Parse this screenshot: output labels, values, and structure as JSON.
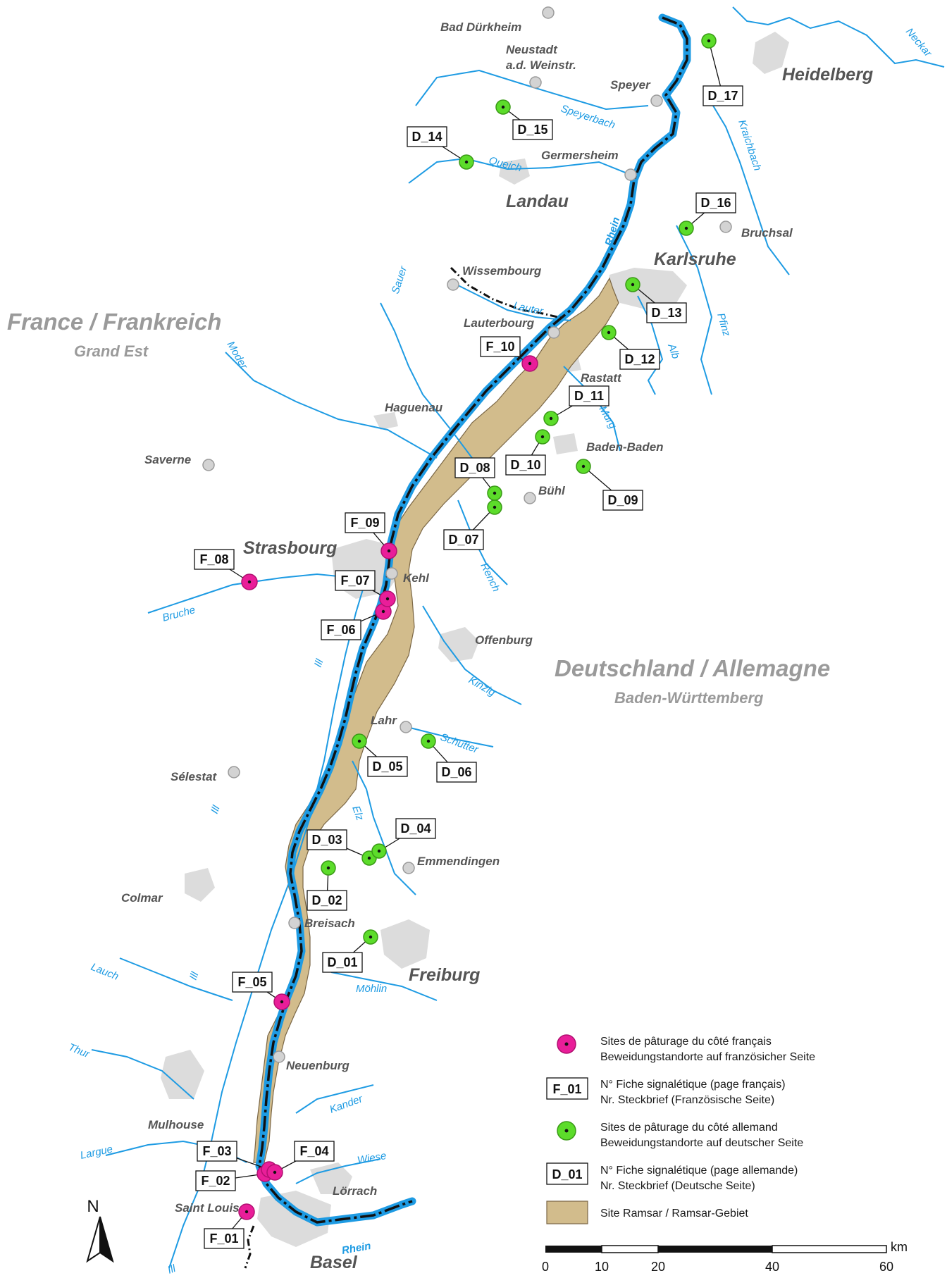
{
  "regions": {
    "france": "France / Frankreich",
    "france_sub": "Grand Est",
    "germany": "Deutschland / Allemagne",
    "germany_sub": "Baden-Württemberg"
  },
  "cities_large": {
    "heidelberg": "Heidelberg",
    "landau": "Landau",
    "karlsruhe": "Karlsruhe",
    "strasbourg": "Strasbourg",
    "freiburg": "Freiburg",
    "basel": "Basel",
    "offenburg": "Offenburg",
    "rastatt": "Rastatt",
    "baden_baden": "Baden-Baden",
    "haguenau": "Haguenau",
    "colmar": "Colmar",
    "mulhouse": "Mulhouse",
    "saint_louis": "Saint Louis",
    "loerrach": "Lörrach"
  },
  "towns": {
    "bad_duerkheim": "Bad Dürkheim",
    "neustadt_1": "Neustadt",
    "neustadt_2": "a.d. Weinstr.",
    "speyer": "Speyer",
    "germersheim": "Germersheim",
    "bruchsal": "Bruchsal",
    "wissembourg": "Wissembourg",
    "lauterbourg": "Lauterbourg",
    "saverne": "Saverne",
    "buehl": "Bühl",
    "kehl": "Kehl",
    "lahr": "Lahr",
    "selestat": "Sélestat",
    "emmendingen": "Emmendingen",
    "breisach": "Breisach",
    "neuenburg": "Neuenburg"
  },
  "rivers": {
    "neckar": "Neckar",
    "speyerbach": "Speyerbach",
    "queich": "Queich",
    "kraichbach": "Kraichbach",
    "rhein_north": "Rhein",
    "rhein_south": "Rhein",
    "sauer": "Sauer",
    "lauter": "Lauter",
    "moder": "Moder",
    "alb": "Alb",
    "pfinz": "Pfinz",
    "murg": "Murg",
    "rench": "Rench",
    "bruche": "Bruche",
    "kinzig": "Kinzig",
    "ill_1": "Ill",
    "ill_2": "Ill",
    "ill_3": "Ill",
    "ill_4": "Ill",
    "schutter": "Schutter",
    "elz": "Elz",
    "lauch": "Lauch",
    "moehlin": "Möhlin",
    "thur": "Thur",
    "kander": "Kander",
    "wiese": "Wiese",
    "largue": "Largue"
  },
  "sites_fr": {
    "F_01": "F_01",
    "F_02": "F_02",
    "F_03": "F_03",
    "F_04": "F_04",
    "F_05": "F_05",
    "F_06": "F_06",
    "F_07": "F_07",
    "F_08": "F_08",
    "F_09": "F_09",
    "F_10": "F_10"
  },
  "sites_de": {
    "D_01": "D_01",
    "D_02": "D_02",
    "D_03": "D_03",
    "D_04": "D_04",
    "D_05": "D_05",
    "D_06": "D_06",
    "D_07": "D_07",
    "D_08": "D_08",
    "D_09": "D_09",
    "D_10": "D_10",
    "D_11": "D_11",
    "D_12": "D_12",
    "D_13": "D_13",
    "D_14": "D_14",
    "D_15": "D_15",
    "D_16": "D_16",
    "D_17": "D_17"
  },
  "legend": {
    "fr_sites_1": "Sites de pâturage du côté français",
    "fr_sites_2": "Beweidungstandorte auf französicher Seite",
    "fr_label_box": "F_01",
    "fr_label_1": "N° Fiche signalétique (page français)",
    "fr_label_2": "Nr. Steckbrief (Französische Seite)",
    "de_sites_1": "Sites de pâturage du côté allemand",
    "de_sites_2": "Beweidungstandorte auf deutscher Seite",
    "de_label_box": "D_01",
    "de_label_1": "N° Fiche signalétique (page allemande)",
    "de_label_2": "Nr. Steckbrief (Deutsche Seite)",
    "ramsar": "Site Ramsar / Ramsar-Gebiet"
  },
  "scale_bar": {
    "unit": "km",
    "ticks": [
      "0",
      "10",
      "20",
      "40",
      "60"
    ]
  },
  "north_arrow": {
    "label": "N"
  },
  "colors": {
    "river": "#1e9be3",
    "french_site": "#e91e99",
    "german_site": "#5cdc2a",
    "ramsar": "#d2bc8c",
    "urban": "#dcdcdc"
  }
}
